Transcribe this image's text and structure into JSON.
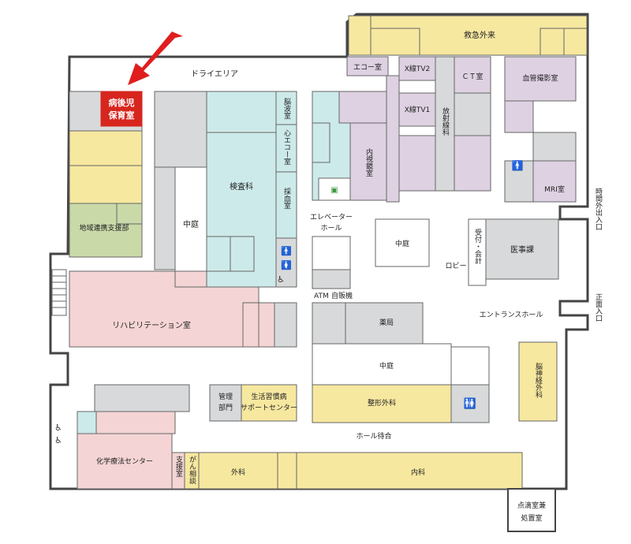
{
  "colors": {
    "yellow": "#f7e8a0",
    "pink": "#f4d4d4",
    "teal": "#cdeaea",
    "purple": "#ddd1e2",
    "green": "#c9d9a8",
    "gray": "#d8d9da",
    "wall": "#444444",
    "highlight": "#d7261e",
    "arrow": "#e01e1e",
    "toilet_male": "#1f6fd0",
    "toilet_female": "#e0334a",
    "elevator_green": "#3a9a3a"
  },
  "rooms": {
    "emergency": "救急外来",
    "echo": "エコー室",
    "xray_tv2": "X線TV2",
    "ct": "ＣＴ室",
    "angiography": "血管撮影室",
    "dry_area": "ドライエリア",
    "pediatric_care_line1": "病後児",
    "pediatric_care_line2": "保育室",
    "brain_wave": "脳波室",
    "echo_cardio": "心エコー室",
    "xray_tv1": "X線TV1",
    "radiology": "放射線科",
    "lab": "検査科",
    "endoscopy": "内視鏡室",
    "blood_draw": "採血室",
    "courtyard_1": "中庭",
    "mri": "MRI室",
    "community_support": "地域連携支援部",
    "elevator_hall_line1": "エレベーター",
    "elevator_hall_line2": "ホール",
    "courtyard_2": "中庭",
    "reception_billing": "受付・会計",
    "medical_affairs": "医事課",
    "lobby": "ロビー",
    "atm": "ATM",
    "vending": "自販機",
    "entrance_hall": "エントランスホール",
    "rehab": "リハビリテーション室",
    "pharmacy": "薬局",
    "courtyard_3": "中庭",
    "neurosurgery": "脳神経外科",
    "admin_line1": "管理",
    "admin_line2": "部門",
    "lifestyle_line1": "生活習慣病",
    "lifestyle_line2": "サポートセンター",
    "orthopedics": "整形外科",
    "waiting_hall": "ホール待合",
    "chemo": "化学療法センター",
    "support_room": "支援室",
    "cancer_consult": "がん相談",
    "surgery": "外科",
    "internal_med": "内科",
    "drip_line1": "点滴室兼",
    "drip_line2": "処置室"
  },
  "entrances": {
    "after_hours": "時間外出入口",
    "main": "正面入口"
  },
  "icons": {
    "highlight_arrow": "red-arrow-icon",
    "toilet": "toilet-icon",
    "wheelchair": "wheelchair-icon",
    "elevator": "elevator-icon"
  }
}
